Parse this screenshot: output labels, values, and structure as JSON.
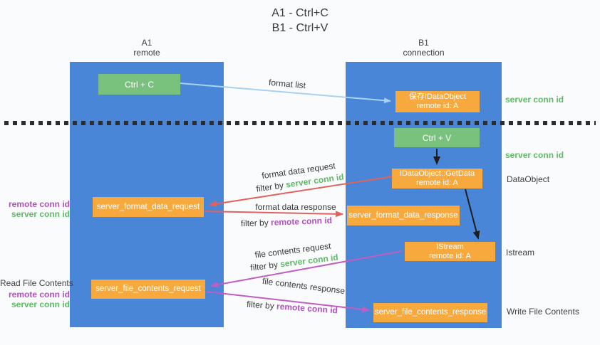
{
  "title": {
    "line1": "A1 - Ctrl+C",
    "line2": "B1 - Ctrl+V"
  },
  "lifelines": {
    "a1": {
      "name": "A1",
      "subtitle": "remote"
    },
    "b1": {
      "name": "B1",
      "subtitle": "connection"
    }
  },
  "nodes": {
    "ctrl_c": {
      "label": "Ctrl + C"
    },
    "ctrl_v": {
      "label": "Ctrl + V"
    },
    "save_dataobject": {
      "line1": "保存IDataObject",
      "line2": "remote id: A"
    },
    "getdata": {
      "line1": "IDataObject::GetData",
      "line2": "remote id: A"
    },
    "istream": {
      "line1": "IStream",
      "line2": "remote id: A"
    },
    "server_format_data_request": {
      "label": "server_format_data_request"
    },
    "server_format_data_response": {
      "label": "server_format_data_response"
    },
    "server_file_contents_request": {
      "label": "server_file_contents_request"
    },
    "server_file_contents_response": {
      "label": "server_file_contents_response"
    }
  },
  "edge_labels": {
    "format_list": "format list",
    "format_request": "format data request",
    "format_request_filter": {
      "prefix": "filter by",
      "key": "server conn id"
    },
    "format_response": "format data response",
    "format_response_filter": {
      "prefix": "filter by",
      "key": "remote conn id"
    },
    "file_request": "file contents request",
    "file_request_filter": {
      "prefix": "filter by",
      "key": "server conn id"
    },
    "file_response": "file contents response",
    "file_response_filter": {
      "prefix": "filter by",
      "key": "remote conn id"
    }
  },
  "side_labels": {
    "right_server_conn_top": "server conn id",
    "right_server_conn_mid": "server conn id",
    "right_dataobject": "DataObject",
    "right_istream": "Istream",
    "right_write_file": "Write File Contents",
    "left_read_file": "Read File Contents",
    "left_format_remote": "remote conn id",
    "left_format_server": "server conn id",
    "left_file_remote": "remote conn id",
    "left_file_server": "server conn id"
  },
  "colors": {
    "lifeline_blue": "#4a86d8",
    "node_green": "#79c27d",
    "node_orange": "#f7a93e",
    "accent_green": "#5eba64",
    "accent_purple": "#b052c0",
    "arrow_red": "#e2615c",
    "arrow_magenta": "#bf5ec2",
    "arrow_lightblue": "#a9d2f0",
    "arrow_black": "#1e1e1e"
  }
}
